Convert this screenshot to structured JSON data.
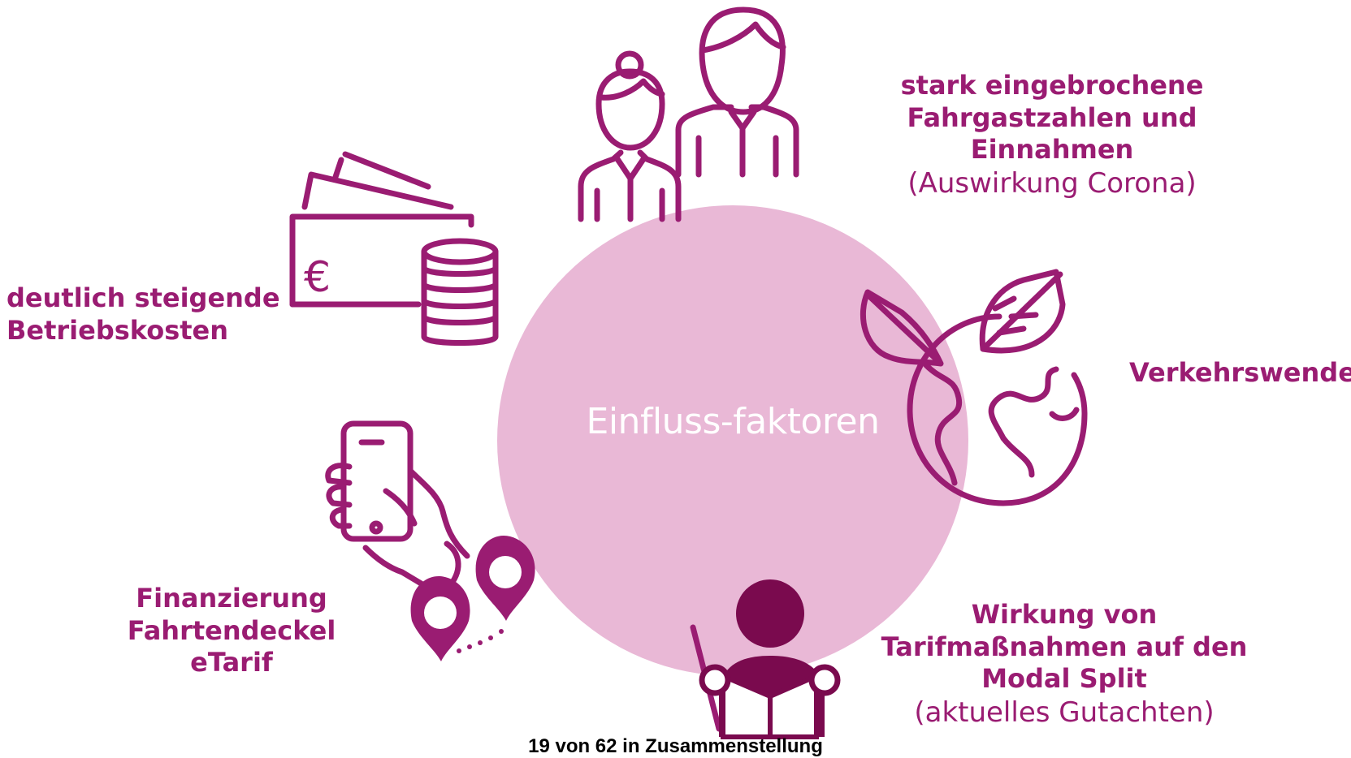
{
  "center": {
    "label": "Einfluss-faktoren"
  },
  "factors": {
    "corona": {
      "bold": [
        "stark eingebrochene",
        "Fahrgastzahlen und",
        "Einnahmen"
      ],
      "normal": "(Auswirkung Corona)"
    },
    "kosten": {
      "bold": [
        "deutlich steigende",
        "Betriebskosten"
      ]
    },
    "verkehr": {
      "bold": [
        "Verkehrswende"
      ]
    },
    "tarif": {
      "bold": [
        "Wirkung von",
        "Tarifmaßnahmen auf den",
        "Modal Split"
      ],
      "normal": "(aktuelles Gutachten)"
    },
    "finanz": {
      "bold": [
        "Finanzierung",
        "Fahrtendeckel",
        "eTarif"
      ]
    }
  },
  "icons": {
    "euro_symbol": "€",
    "names": [
      "people-icon",
      "money-icon",
      "globe-leaves-icon",
      "teacher-icon",
      "phone-map-icon"
    ]
  },
  "footer": {
    "text": "19 von 62 in Zusammenstellung"
  },
  "colors": {
    "accent": "#9a1c72",
    "circle": "#e9b8d6",
    "dark": "#7a0a4e"
  }
}
